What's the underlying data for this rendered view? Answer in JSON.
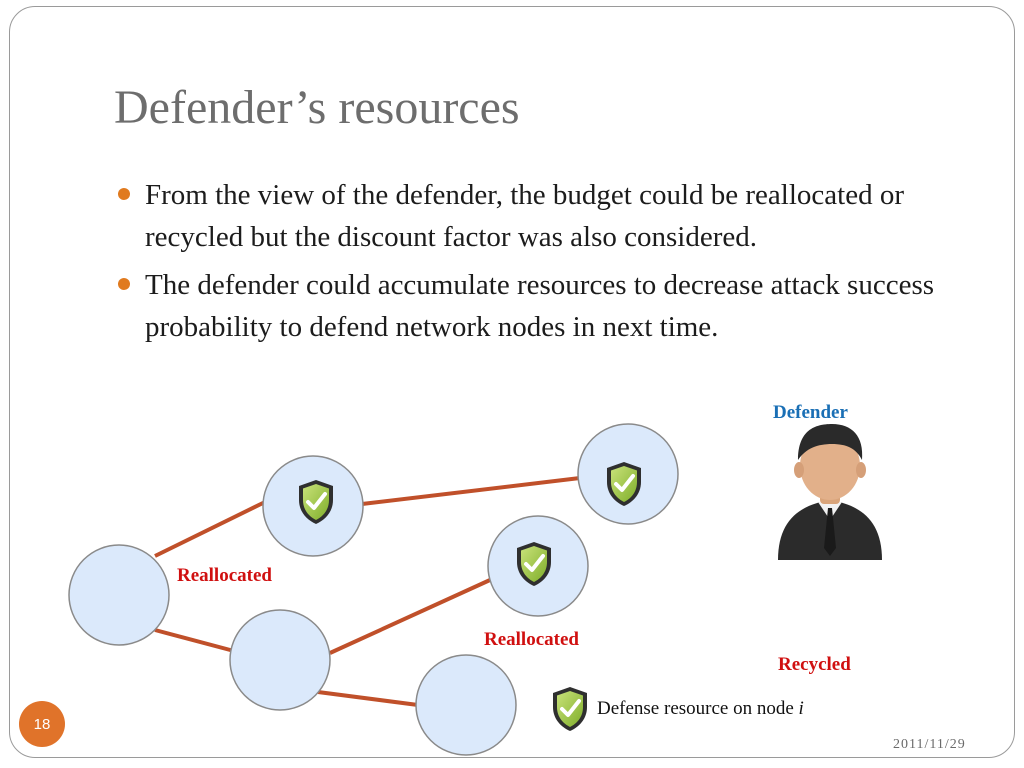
{
  "slide": {
    "title": "Defender’s resources",
    "bullets": [
      "From the view of the defender, the budget could be reallocated or recycled but the discount factor was also considered.",
      "The defender could accumulate resources to decrease attack success probability to defend network nodes in next time."
    ],
    "page_number": "18",
    "date": "2011/11/29"
  },
  "diagram": {
    "defender_label": "Defender",
    "reallocated_label_1": "Reallocated",
    "reallocated_label_2": "Reallocated",
    "recycled_label": "Recycled",
    "legend_text": "Defense resource on node ",
    "legend_var": "i",
    "defender_icon": "businessman-icon",
    "shield_icon": "shield-check-icon"
  },
  "colors": {
    "accent_orange": "#e0732a",
    "edge": "#c0502a",
    "node_fill": "#dbe9fb",
    "label_red": "#d01010",
    "label_blue": "#1a6fb5",
    "shield_green": "#9bc53d"
  }
}
